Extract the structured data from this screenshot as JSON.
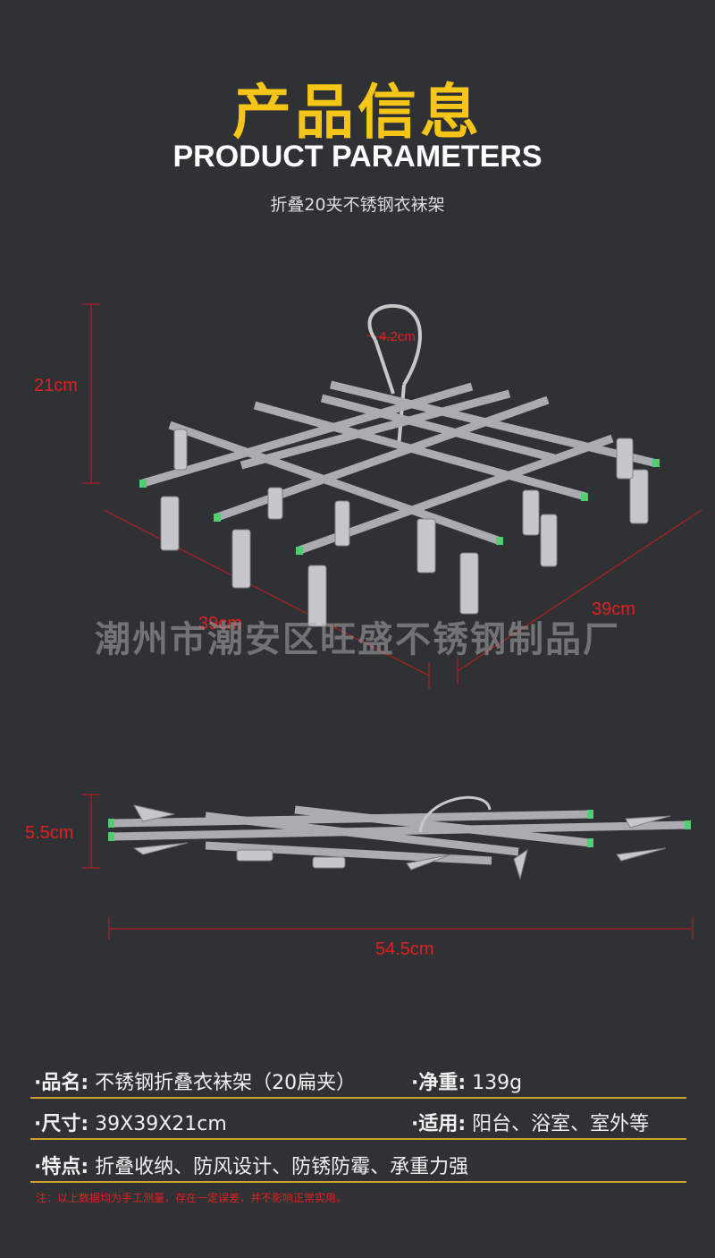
{
  "header": {
    "title_cn": "产品信息",
    "title_en": "PRODUCT PARAMETERS",
    "subtitle": "折叠20夹不锈钢衣袜架"
  },
  "dimensions": {
    "height": "21cm",
    "hook": "4.2cm",
    "width_left": "39cm",
    "width_right": "39cm",
    "folded_height": "5.5cm",
    "folded_length": "54.5cm"
  },
  "watermark": "潮州市潮安区旺盛不锈钢制品厂",
  "specs": [
    {
      "label": "品名:",
      "value": "不锈钢折叠衣袜架（20扁夹）",
      "label2": "净重:",
      "value2": "139g"
    },
    {
      "label": "尺寸:",
      "value": "39X39X21cm",
      "label2": "适用:",
      "value2": "阳台、浴室、室外等"
    },
    {
      "label": "特点:",
      "value": "折叠收纳、防风设计、防锈防霉、承重力强"
    }
  ],
  "note": "注：以上数据均为手工测量，存在一定误差，并不影响正常实用。",
  "colors": {
    "accent": "#f5c518",
    "dimension": "#e02020",
    "background": "#2f3134",
    "divider": "#c9a227"
  }
}
